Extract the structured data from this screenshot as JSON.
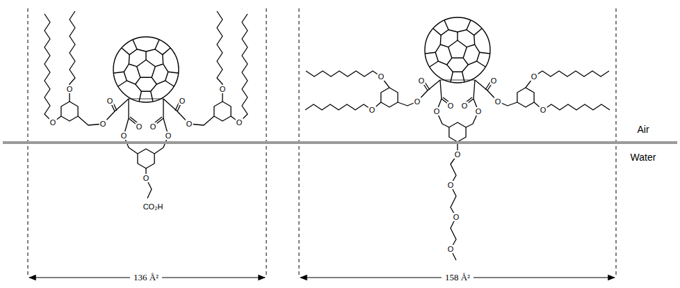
{
  "diagram": {
    "labels": [
      "Air",
      "Water",
      "136 Å²",
      "158 Å²",
      "CO₂H",
      "O",
      "O",
      "O",
      "O",
      "O",
      "O",
      "O",
      "O",
      "O",
      "O",
      "O",
      "O",
      "O",
      "O",
      "O",
      "O",
      "O",
      "O",
      "O",
      "O",
      "O",
      "O",
      "O",
      "O",
      "O",
      "O",
      "O",
      "O",
      "O"
    ]
  }
}
